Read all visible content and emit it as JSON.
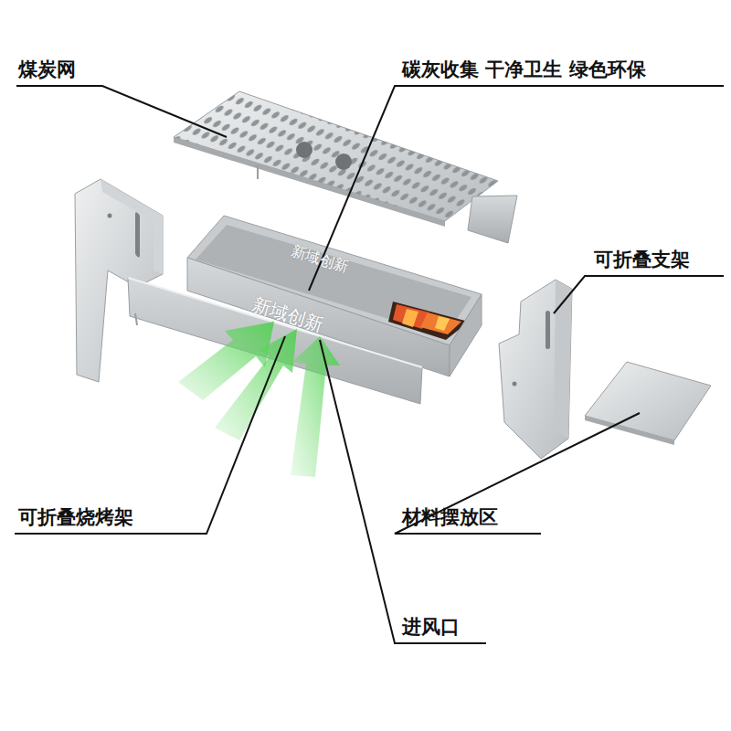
{
  "diagram": {
    "labels": [
      "煤炭网",
      "碳灰收集 干净卫生 绿色环保",
      "可折叠支架",
      "可折叠烧烤架",
      "材料摆放区",
      "进风口",
      "新域创新",
      "新域创新"
    ]
  }
}
